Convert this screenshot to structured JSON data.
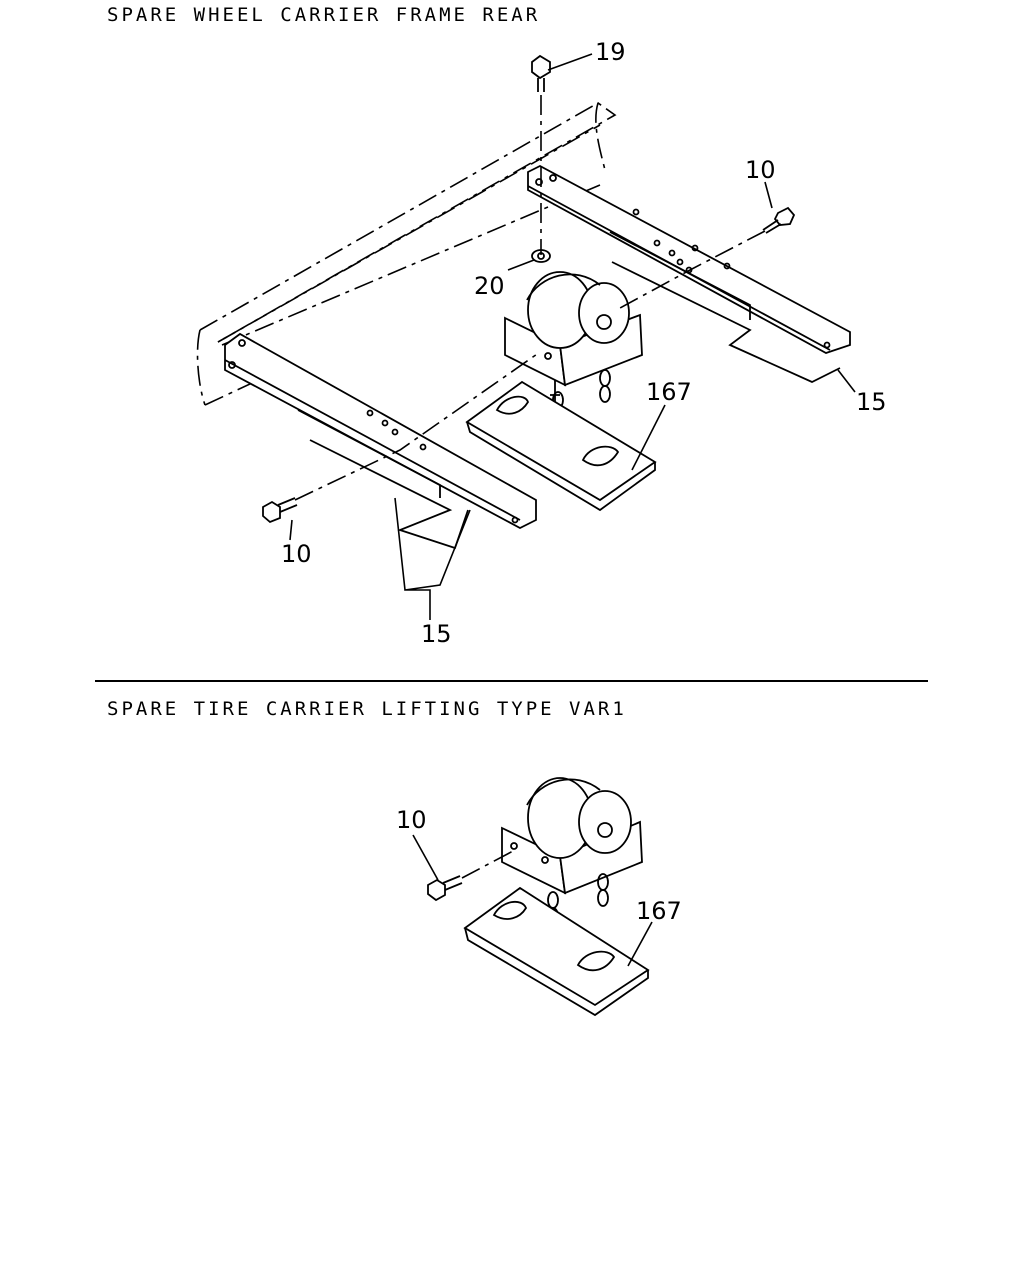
{
  "sections": [
    {
      "title": "SPARE WHEEL CARRIER FRAME REAR",
      "callouts": [
        "19",
        "10",
        "20",
        "167",
        "15",
        "10",
        "15"
      ]
    },
    {
      "title": "SPARE TIRE CARRIER LIFTING TYPE VAR1",
      "callouts": [
        "10",
        "167"
      ]
    }
  ]
}
